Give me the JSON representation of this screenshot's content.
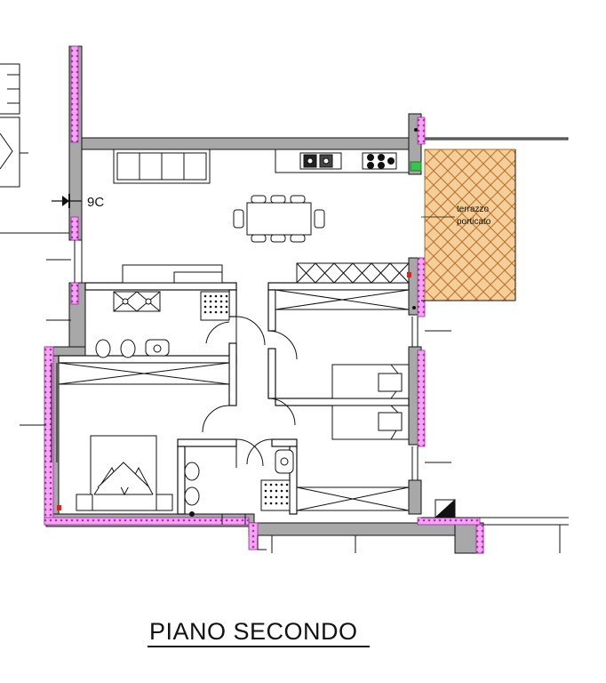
{
  "plan": {
    "unit_label": "9C",
    "terrace_label_line1": "terrazzo",
    "terrace_label_line2": "porticato",
    "title": "PIANO SECONDO"
  },
  "colors": {
    "wall": "#a8a8a8",
    "insulation": "#e055e0",
    "terrace_fill": "#f3c48a",
    "terrace_hatch": "#b5712a",
    "line": "#111111",
    "marker_green": "#39c54a",
    "marker_red": "#e02020"
  }
}
